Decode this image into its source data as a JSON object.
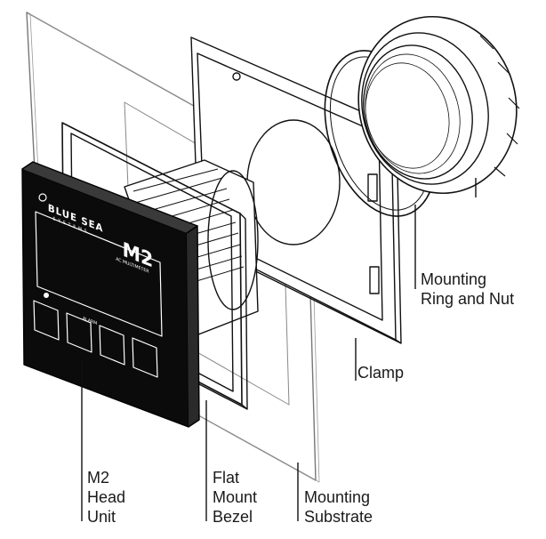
{
  "diagram": {
    "parts": {
      "head_unit": [
        "M2",
        "Head",
        "Unit"
      ],
      "bezel": [
        "Flat",
        "Mount",
        "Bezel"
      ],
      "substrate": [
        "Mounting",
        "Substrate"
      ],
      "clamp": [
        "Clamp"
      ],
      "ring": [
        "Mounting",
        "Ring and Nut"
      ]
    },
    "device": {
      "brand": "BLUE SEA",
      "brand_sub": "SYSTEMS",
      "model": "M2",
      "model_sub": "AC MULTIMETER",
      "alarm_label": "ALARM"
    }
  }
}
